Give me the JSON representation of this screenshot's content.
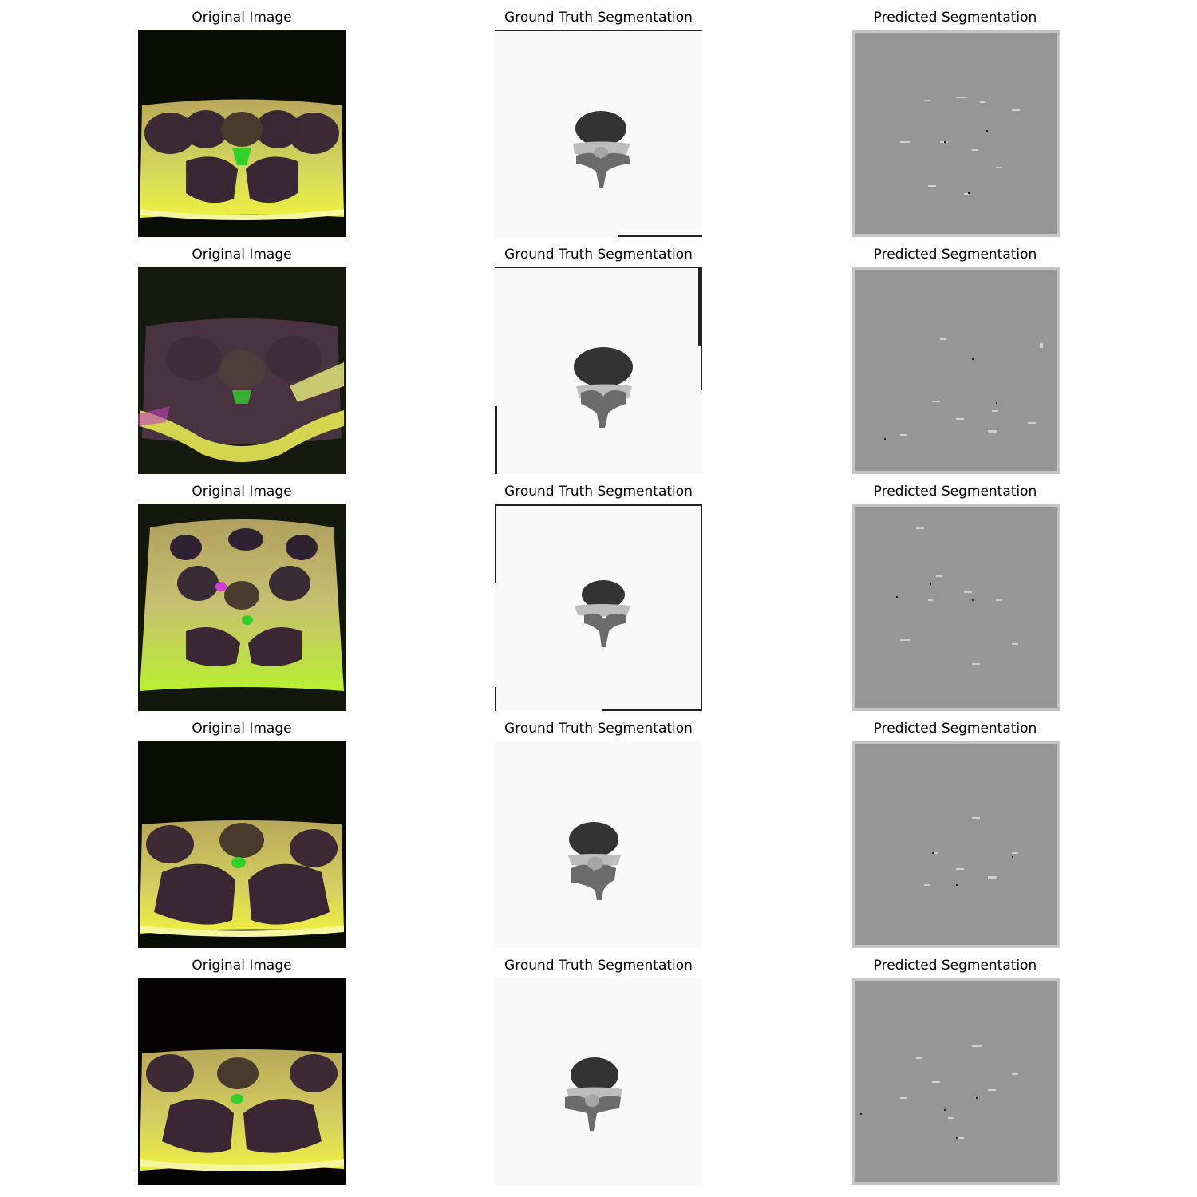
{
  "columns": {
    "original": "Original Image",
    "ground_truth": "Ground Truth Segmentation",
    "predicted": "Predicted Segmentation"
  },
  "rows": 5,
  "colors": {
    "mri_dark": "#0a0d06",
    "mri_muscle": "#3e2a35",
    "mri_fat": "#d8d86a",
    "mri_canal": "#2fd02a",
    "mri_magenta": "#c040c0",
    "gt_background": "#f9f9f9",
    "gt_vertebral_body": "#333333",
    "gt_posterior": "#6b6b6b",
    "gt_light": "#bdbdbd",
    "pred_background": "#969696",
    "pred_border": "#c4c4c4"
  }
}
